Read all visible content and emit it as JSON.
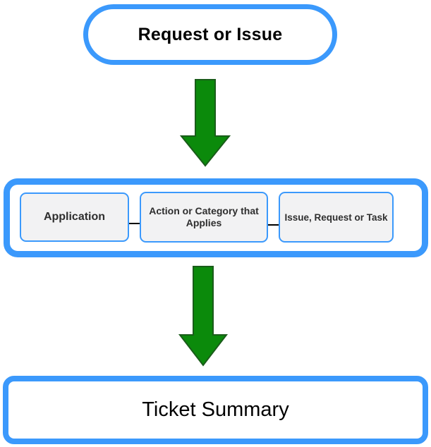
{
  "diagram": {
    "top_node": {
      "label": "Request or Issue"
    },
    "middle_group": {
      "boxes": [
        {
          "label": "Application"
        },
        {
          "label": "Action or Category that Applies"
        },
        {
          "label": "Issue, Request or Task"
        }
      ]
    },
    "bottom_node": {
      "label": "Ticket Summary"
    },
    "icons": {
      "arrow_top": "down-arrow",
      "arrow_bottom": "down-arrow"
    },
    "colors": {
      "accent_blue": "#3B99FC",
      "arrow_green_fill": "#0B8A0B",
      "arrow_green_stroke": "#1A5C1A",
      "subbox_fill": "#F2F2F3",
      "connector_black": "#000000",
      "text_black": "#000000",
      "text_dark_gray": "#2E2E2E"
    }
  }
}
